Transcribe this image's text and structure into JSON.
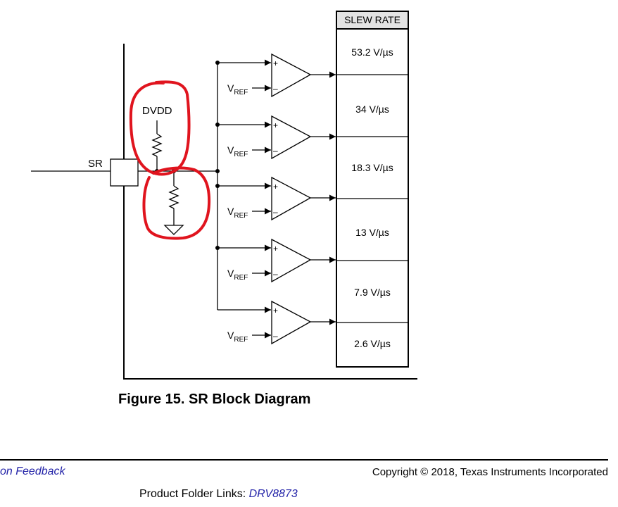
{
  "diagram": {
    "table_header": "SLEW RATE",
    "slew_rates": [
      "53.2 V/µs",
      "34 V/µs",
      "18.3 V/µs",
      "13 V/µs",
      "7.9 V/µs",
      "2.6 V/µs"
    ],
    "pin_label": "SR",
    "supply_label": "DVDD",
    "vref_label": "V",
    "vref_sub": "REF",
    "plus_sign": "+",
    "minus_sign": "–",
    "annotation_color": "#e0141e"
  },
  "caption": "Figure 15.  SR Block Diagram",
  "footer": {
    "feedback_link": "on Feedback",
    "copyright": "Copyright © 2018, Texas Instruments Incorporated",
    "product_links_label": "Product Folder Links: ",
    "product_link": "DRV8873"
  }
}
